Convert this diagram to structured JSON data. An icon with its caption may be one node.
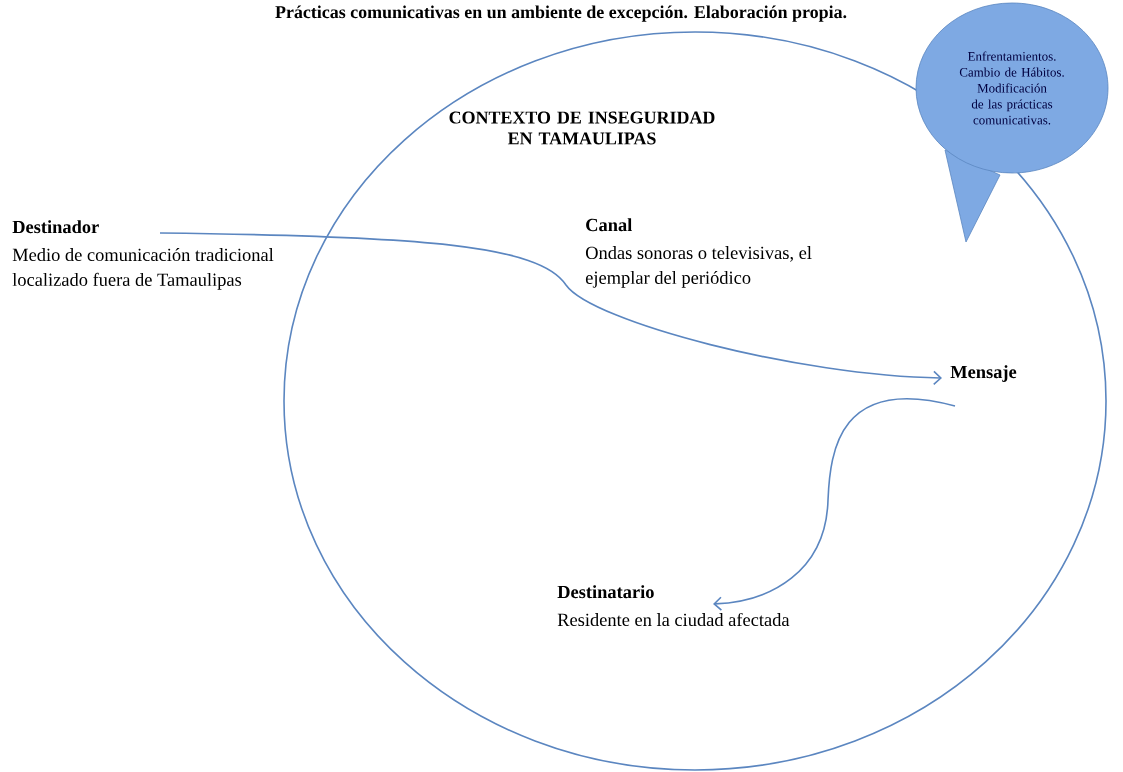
{
  "diagram": {
    "title": "Prácticas comunicativas en un ambiente de excepción. Elaboración propia.",
    "nodes": [
      {
        "text": [
          "CONTEXTO DE INSEGURIDAD EN TAMAULIPAS"
        ]
      },
      {
        "text": [
          "Enfrentamientos. Cambio de Hábitos. Modificación de las prácticas comunicativas."
        ]
      },
      {
        "text": [
          "Destinador",
          "Medio de comunicación tradicional localizado fuera de Tamaulipas"
        ]
      },
      {
        "text": [
          "Canal",
          "Ondas sonoras o televisivas, el ejemplar del periódico"
        ],
        "in": 0
      },
      {
        "text": [
          "Mensaje"
        ],
        "in": 0
      },
      {
        "text": [
          "Destinatario",
          "Residente en la ciudad afectada"
        ],
        "in": 0
      }
    ],
    "edges": [
      {
        "from": 2,
        "to": 4,
        "arrow": "to"
      },
      {
        "from": 4,
        "to": 5,
        "arrow": "to"
      }
    ]
  }
}
